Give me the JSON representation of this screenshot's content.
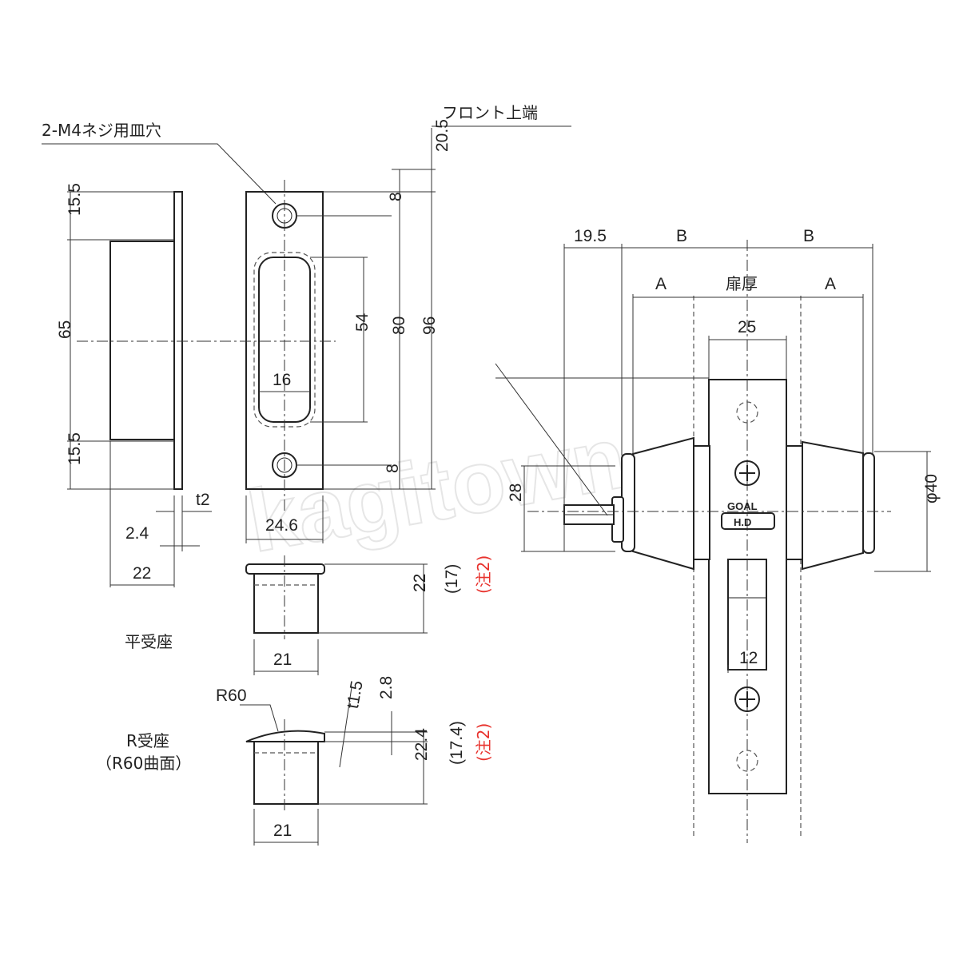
{
  "labels": {
    "countersink_hole": "2-M4ネジ用皿穴",
    "front_top": "フロント上端",
    "flat_strike": "平受座",
    "r_strike": "R受座",
    "r_strike_sub": "（R60曲面）",
    "door_thickness": "扉厚",
    "brand": "GOAL",
    "model": "H.D",
    "watermark": "kagitown"
  },
  "dimensions": {
    "d15_5_top": "15.5",
    "d65": "65",
    "d15_5_bottom": "15.5",
    "t2": "t2",
    "d2_4": "2.4",
    "d22_width": "22",
    "d20_5": "20.5",
    "d8_top": "8",
    "d54": "54",
    "d80": "80",
    "d96": "96",
    "d16": "16",
    "d8_bottom": "8",
    "d24_6": "24.6",
    "d22_depth": "22",
    "d17": "(17)",
    "note2_a": "(注2)",
    "d21_flat": "21",
    "r60": "R60",
    "t1_5": "t1.5",
    "d2_8": "2.8",
    "d22_4": "22.4",
    "d17_4": "(17.4)",
    "note2_b": "(注2)",
    "d21_r": "21",
    "d19_5": "19.5",
    "B_left": "B",
    "B_right": "B",
    "A_left": "A",
    "A_right": "A",
    "d25": "25",
    "d28": "28",
    "phi40": "φ40",
    "d12": "12"
  }
}
